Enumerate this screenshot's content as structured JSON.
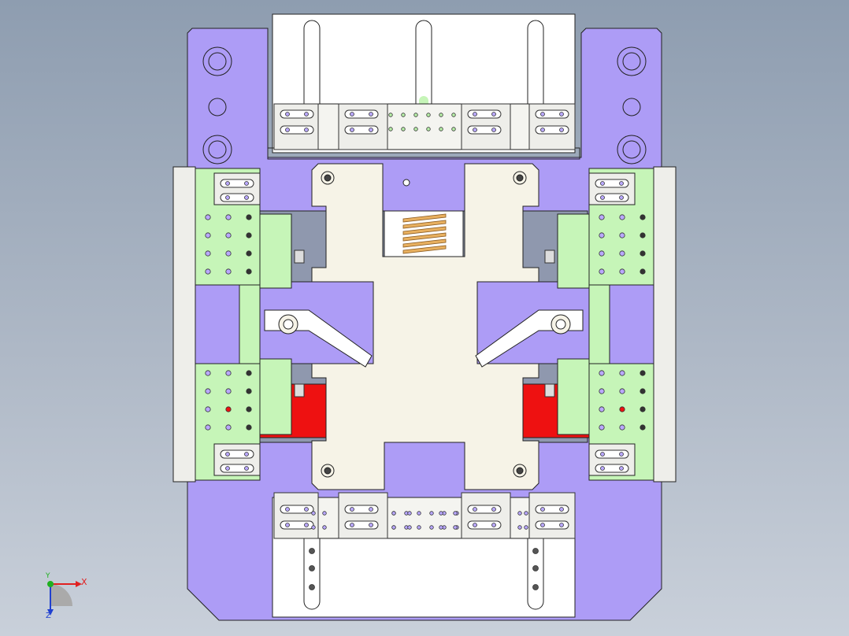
{
  "viewport": {
    "background_top": "#8e9db0",
    "background_bottom": "#c9d0da"
  },
  "colors": {
    "base_plate": "#ad9cf6",
    "slide_block": "#c6f5b8",
    "cam_plate": "#f6f3e7",
    "stopper": "#ee1111",
    "center_block": "#f6ee22",
    "spring": "#e8b060",
    "guide_rail": "#eeeeea",
    "slot_plate": "#ffffff",
    "pocket": "#8f98ae",
    "outline": "#222222"
  },
  "triad": {
    "x_label": "X",
    "y_label": "Y",
    "z_label": "Z",
    "x_color": "#e02020",
    "y_color": "#20b020",
    "z_color": "#2040d0"
  }
}
